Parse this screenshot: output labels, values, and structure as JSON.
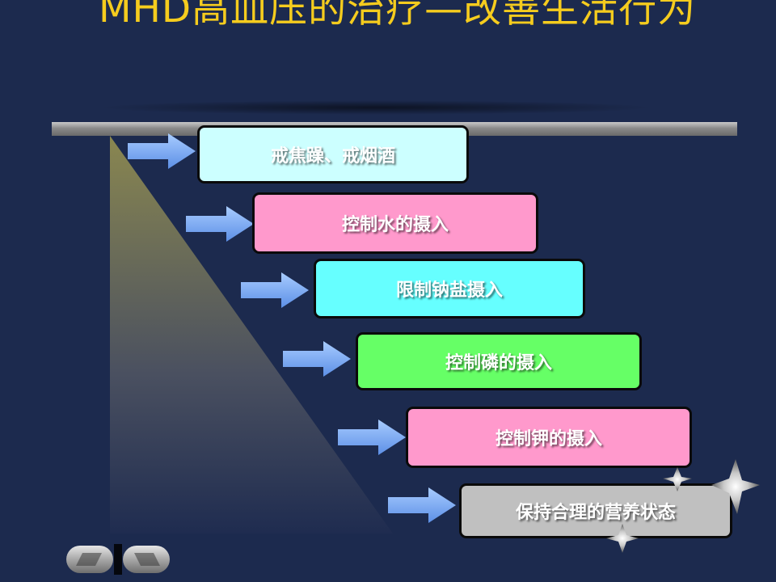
{
  "slide": {
    "title": "MHD高血压的治疗—改善生活行为",
    "steps": [
      "戒焦躁、戒烟酒",
      "控制水的摄入",
      "限制钠盐摄入",
      "控制磷的摄入",
      "控制钾的摄入",
      "保持合理的营养状态"
    ]
  },
  "colors": {
    "background": "#1c2a4e",
    "title": "#f5cc1e",
    "step_fills": [
      "#ccffff",
      "#ff99cc",
      "#66ffff",
      "#66ff66",
      "#ff99cc",
      "#c0c0c0"
    ]
  },
  "icons": {
    "arrow": "right-arrow-icon",
    "prev": "prev-slide-icon",
    "next": "next-slide-icon",
    "decor": "star-icon"
  }
}
